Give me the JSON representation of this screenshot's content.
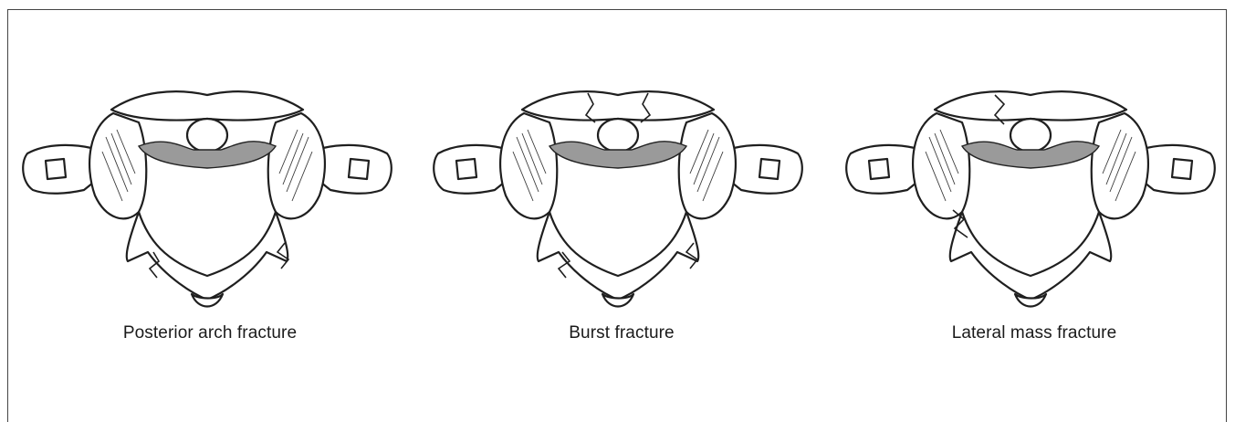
{
  "figure": {
    "panels": [
      {
        "id": "posterior",
        "caption": "Posterior arch fracture"
      },
      {
        "id": "burst",
        "caption": "Burst fracture"
      },
      {
        "id": "lateral",
        "caption": "Lateral mass fracture"
      }
    ]
  }
}
